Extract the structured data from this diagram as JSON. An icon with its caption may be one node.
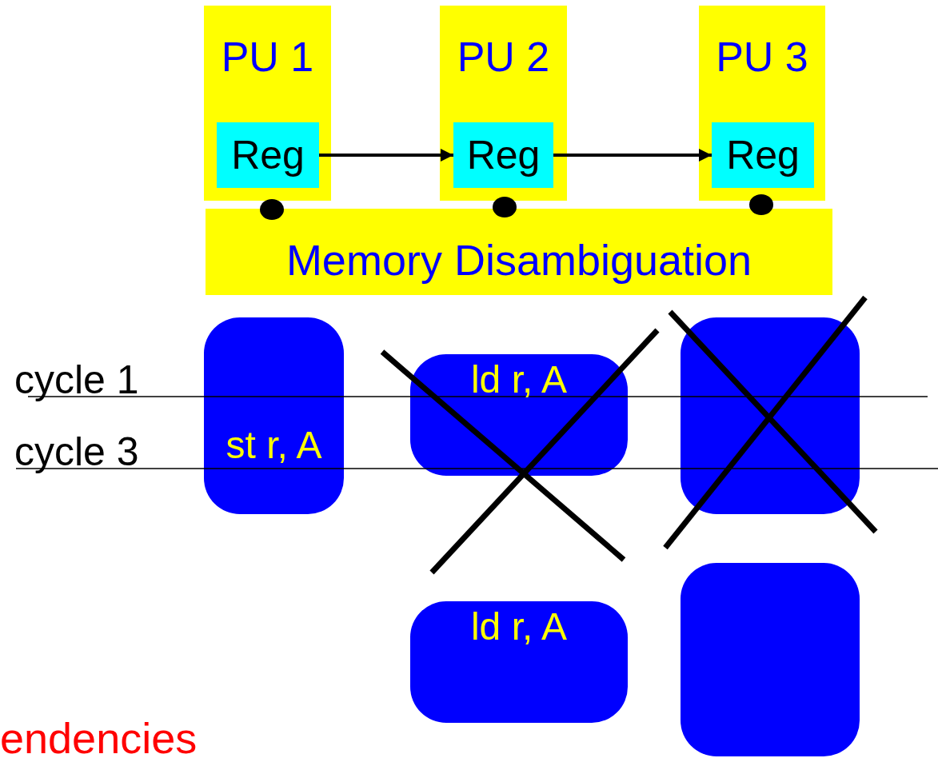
{
  "diagram": {
    "nodes": [
      {
        "text": [
          "PU 1"
        ]
      },
      {
        "text": [
          "Reg"
        ],
        "in": 0
      },
      {
        "text": [
          "PU 2"
        ]
      },
      {
        "text": [
          "Reg"
        ],
        "in": 2
      },
      {
        "text": [
          "PU 3"
        ]
      },
      {
        "text": [
          "Reg"
        ],
        "in": 4
      },
      {
        "text": [
          "Memory Disambiguation"
        ]
      },
      {
        "text": [
          "st r, A"
        ]
      },
      {
        "text": [
          "ld r, A"
        ]
      },
      {
        "text": [],
        "shape": "box"
      },
      {
        "text": [
          "ld r, A"
        ]
      },
      {
        "text": [],
        "shape": "box"
      }
    ],
    "edges": [
      {
        "from": 1,
        "to": 3,
        "arrow": "to"
      },
      {
        "from": 3,
        "to": 5,
        "arrow": "to"
      }
    ],
    "labels": [
      "cycle 1",
      "cycle 3",
      "endencies"
    ]
  }
}
